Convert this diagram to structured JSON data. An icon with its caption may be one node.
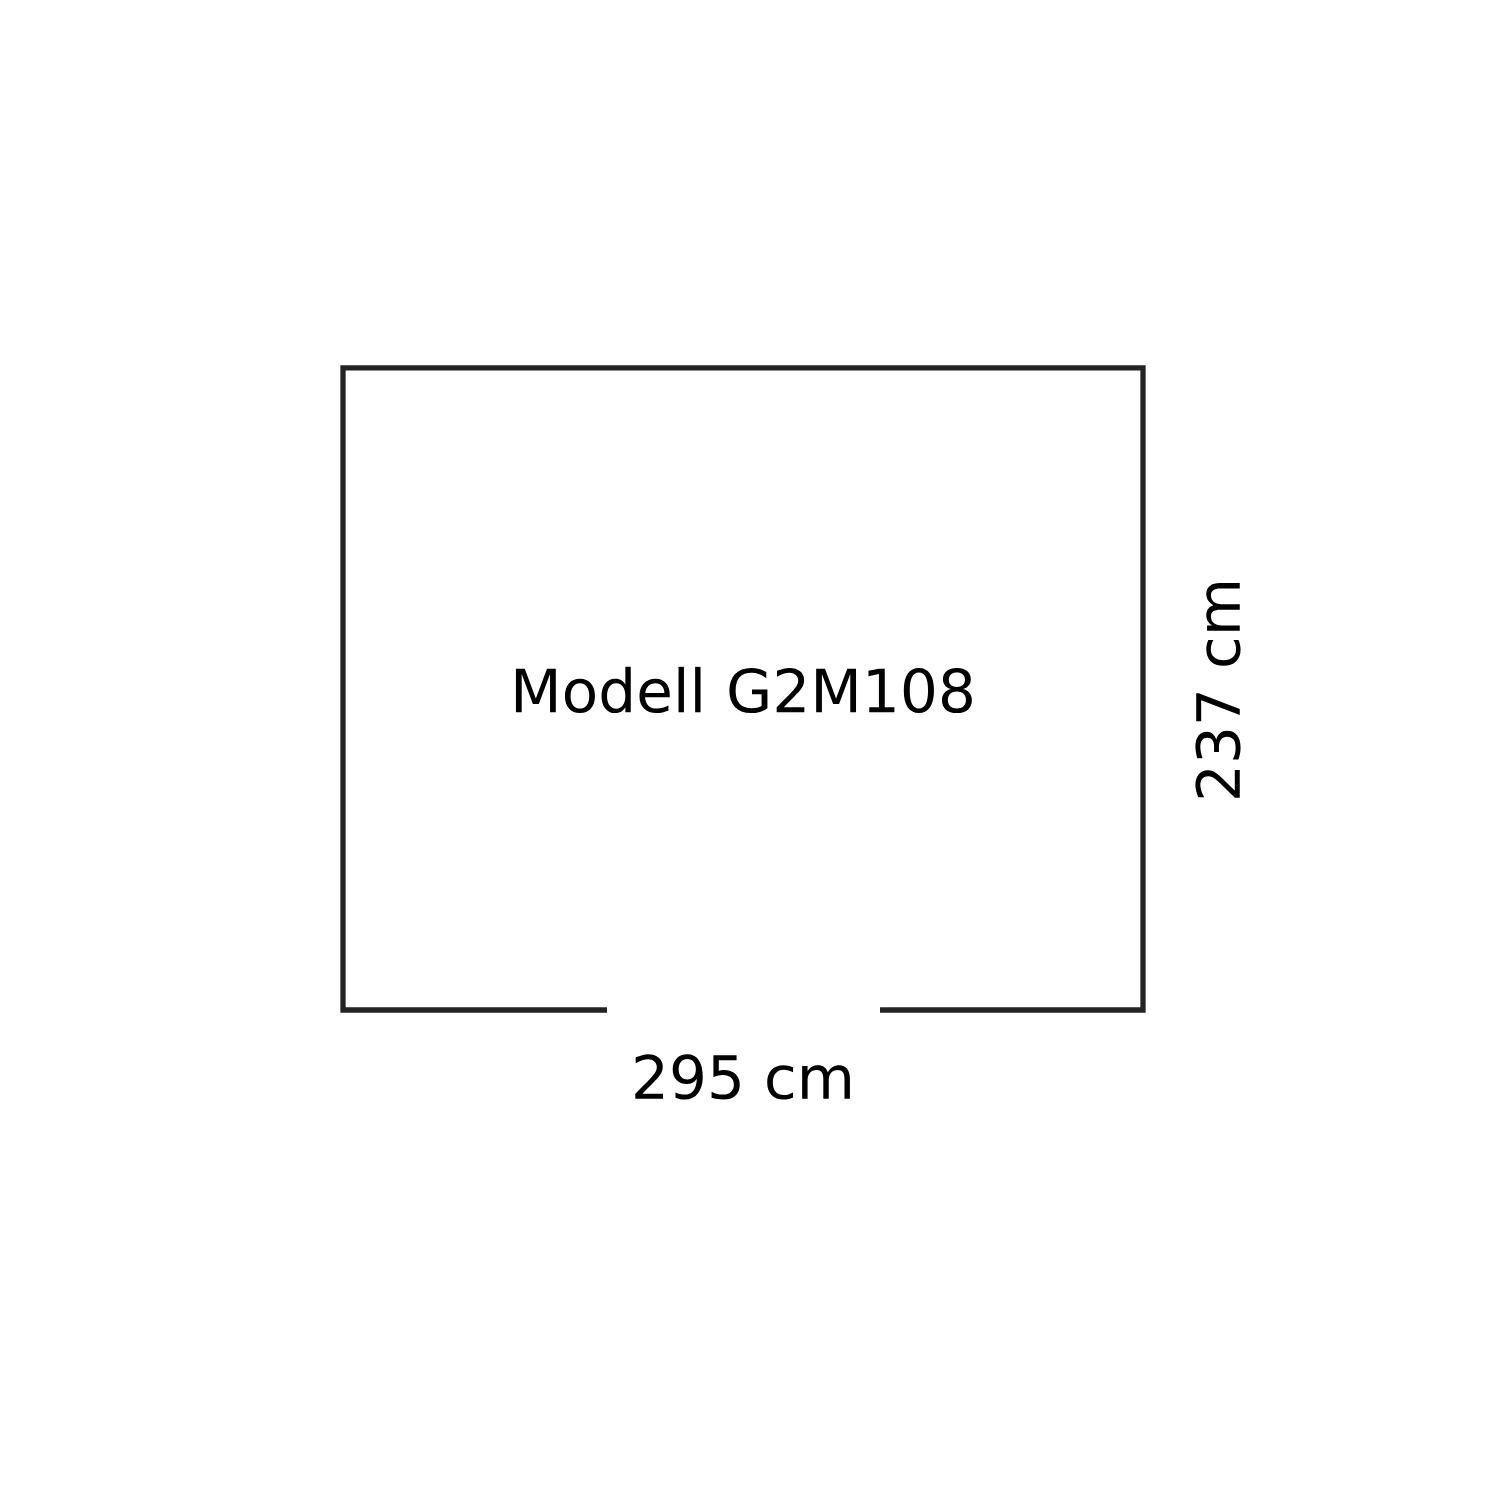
{
  "diagram": {
    "nodes": [
      {
        "text": [
          "Modell G2M108"
        ]
      }
    ],
    "labels": [
      "295 cm",
      "237 cm"
    ]
  }
}
